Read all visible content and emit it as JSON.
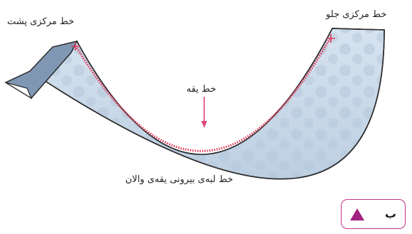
{
  "labels": {
    "back_center_line": "خط مرکزی پشت",
    "front_center_line": "خط مرکزی جلو",
    "neck_line": "خط یقه",
    "outer_edge_line": "خط لبه‌ی بیرونی یقه‌ی والان"
  },
  "figure_tag": {
    "label": "ب",
    "icon": "triangle-icon"
  },
  "colors": {
    "fabric": "#c9d8e8",
    "fabric_dark": "#a9bdd3",
    "outline": "#2b2b2b",
    "stitch": "#e0405e",
    "accent": "#a0237f",
    "tag_border": "#c0338a"
  }
}
